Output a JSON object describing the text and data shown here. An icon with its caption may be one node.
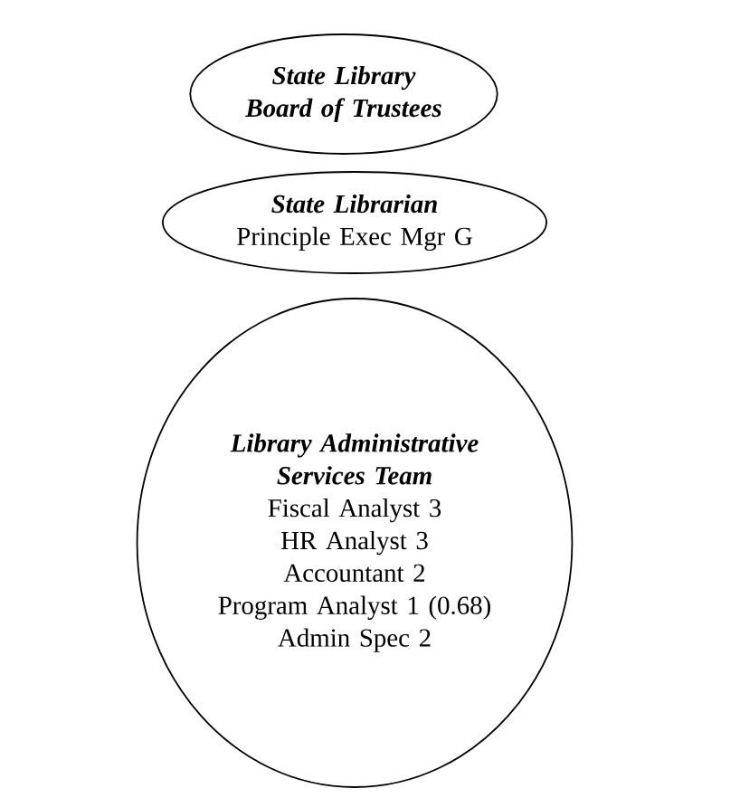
{
  "diagram": {
    "nodes": [
      {
        "text": [
          "State Library Board of Trustees"
        ]
      },
      {
        "text": [
          "State Librarian",
          "Principle Exec Mgr G"
        ]
      },
      {
        "text": [
          "Library Administrative Services Team",
          "Fiscal Analyst 3",
          "HR Analyst 3",
          "Accountant 2",
          "Program Analyst 1 (0.68)",
          "Admin Spec 2"
        ]
      }
    ]
  }
}
